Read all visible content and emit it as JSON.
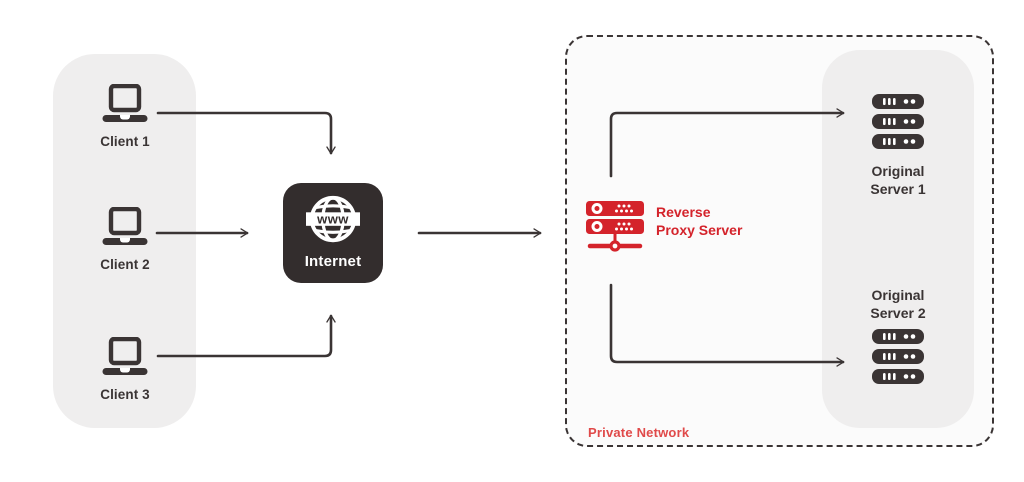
{
  "clients": {
    "items": [
      {
        "label": "Client 1"
      },
      {
        "label": "Client 2"
      },
      {
        "label": "Client 3"
      }
    ]
  },
  "internet": {
    "label": "Internet",
    "icon": "globe-www-icon",
    "icon_text": "www"
  },
  "private_network": {
    "label": "Private Network",
    "reverse_proxy": {
      "icon": "server-rack-red-icon",
      "label_lines": [
        "Reverse",
        "Proxy Server"
      ]
    },
    "origin_servers": [
      {
        "icon": "server-stack-icon",
        "label_lines": [
          "Original",
          "Server 1"
        ]
      },
      {
        "icon": "server-stack-icon",
        "label_lines": [
          "Original",
          "Server 2"
        ]
      }
    ]
  },
  "connections": [
    {
      "from": "Client 1",
      "to": "Internet"
    },
    {
      "from": "Client 2",
      "to": "Internet"
    },
    {
      "from": "Client 3",
      "to": "Internet"
    },
    {
      "from": "Internet",
      "to": "Reverse Proxy Server"
    },
    {
      "from": "Reverse Proxy Server",
      "to": "Original Server 1"
    },
    {
      "from": "Reverse Proxy Server",
      "to": "Original Server 2"
    }
  ],
  "colors": {
    "dark": "#3A3434",
    "accent_red": "#D4232B",
    "pn_label_red": "#E04A4A",
    "panel_gray": "#EFEEEE",
    "internet_bg": "#332D2D",
    "pn_bg": "#FBFBFB",
    "canvas_bg": "#FFFFFF"
  }
}
